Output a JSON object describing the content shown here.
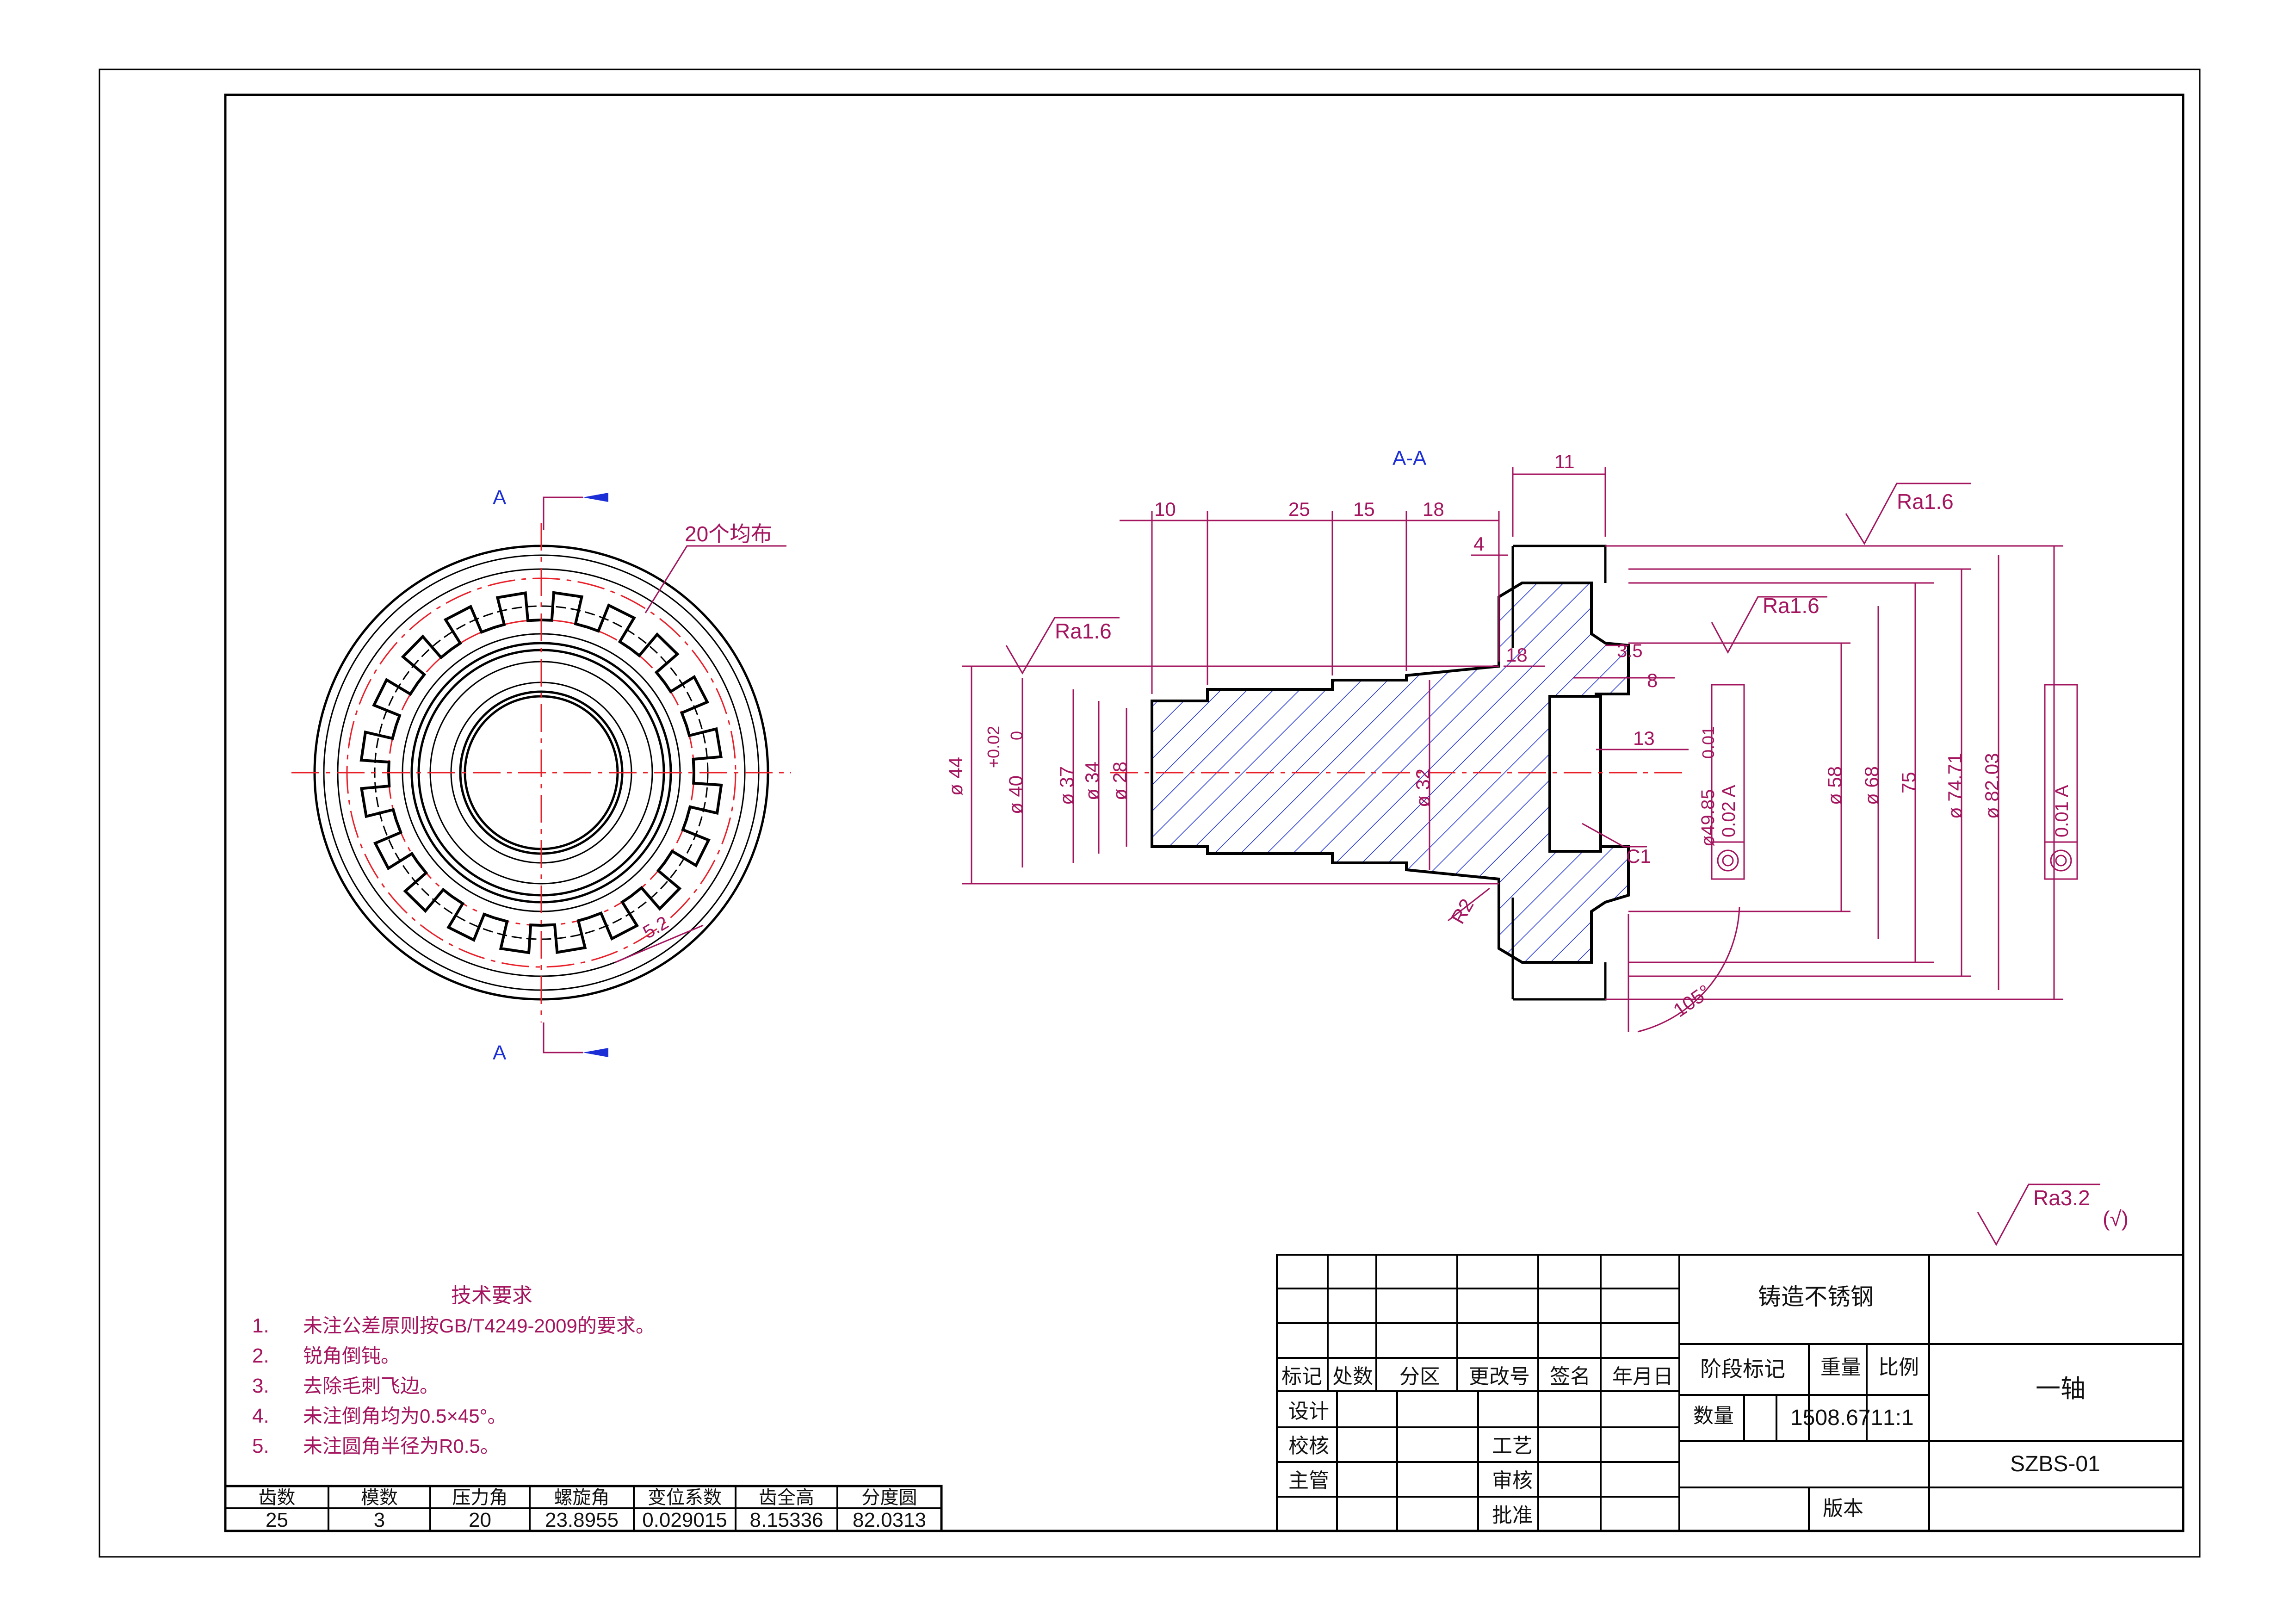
{
  "colors": {
    "outline": "#000000",
    "dimension": "#a3155e",
    "centerline": "#e8202a",
    "hatch": "#1c2fd6",
    "section_label": "#1c2fd6"
  },
  "front_view": {
    "section_mark_top": "A",
    "section_mark_bottom": "A",
    "pattern_note": "20个均布",
    "slot_dim": "5.2"
  },
  "section_view": {
    "title": "A-A",
    "length_dims": [
      "10",
      "25",
      "15",
      "18",
      "11",
      "4",
      "18",
      "3.5",
      "8",
      "13"
    ],
    "diameter_dims": [
      "ø 44",
      "ø 40",
      "ø 37",
      "ø 34",
      "ø 28",
      "ø 32",
      "ø 58",
      "ø 68",
      "75",
      "ø 74.71",
      "ø 82.03"
    ],
    "tolerance_upper": "+0.02",
    "tolerance_lower": "0",
    "inner_tol_dim": "ø49.85",
    "inner_tol_value": "0.01",
    "fcf_left": "0.02 A",
    "fcf_right": "0.01 A",
    "chamfer": "C1",
    "fillet": "R2",
    "angle": "105°",
    "roughness": [
      "Ra1.6",
      "Ra1.6",
      "Ra1.6"
    ]
  },
  "surface_default": {
    "roughness": "Ra3.2",
    "suffix": "(√)"
  },
  "tech_requirements": {
    "title": "技术要求",
    "items": [
      {
        "num": "1.",
        "text": "未注公差原则按GB/T4249-2009的要求。"
      },
      {
        "num": "2.",
        "text": "锐角倒钝。"
      },
      {
        "num": "3.",
        "text": "去除毛刺飞边。"
      },
      {
        "num": "4.",
        "text": "未注倒角均为0.5×45°。"
      },
      {
        "num": "5.",
        "text": "未注圆角半径为R0.5。"
      }
    ]
  },
  "gear_table": {
    "headers": [
      "齿数",
      "模数",
      "压力角",
      "螺旋角",
      "变位系数",
      "齿全高",
      "分度圆"
    ],
    "values": [
      "25",
      "3",
      "20",
      "23.8955",
      "0.029015",
      "8.15336",
      "82.0313"
    ]
  },
  "title_block": {
    "material": "铸造不锈钢",
    "part_name": "一轴",
    "drawing_no": "SZBS-01",
    "rev_headers": [
      "标记",
      "处数",
      "分区",
      "更改号",
      "签名",
      "年月日"
    ],
    "roles": [
      "设计",
      "校核",
      "主管"
    ],
    "roles_right": [
      "工艺",
      "审核",
      "批准"
    ],
    "stage_label": "阶段标记",
    "weight_label": "重量",
    "scale_label": "比例",
    "qty_label": "数量",
    "weight_value": "1508.671",
    "scale_value": "1:1",
    "version_label": "版本"
  }
}
